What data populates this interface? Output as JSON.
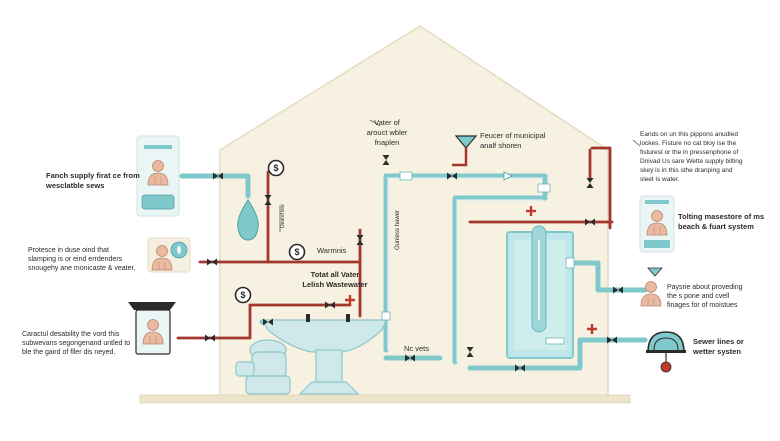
{
  "colors": {
    "house_fill": "#f7f1e1",
    "house_stroke": "#e4dcc4",
    "clean_pipe": "#7fc9cc",
    "waste_pipe": "#a3362d",
    "valve": "#2b2b2b",
    "fixture": "#cfe8ea",
    "skin": "#e9b9a0",
    "accent_red": "#c0392b"
  },
  "labels": {
    "left_1": "Fanch supply firat ce from\nwesclatble sews",
    "left_2": "Protesce in duse oind that\nslamping is or eind errdenders\nsnougehy ane monicaste & veater,",
    "left_3": "Caractul desability the vord this\nsubwevans segongenand untled to\nble the gaird of fller dis neyed.",
    "top_left": "Vater of\narouct wbler\nfnaplen",
    "top_center": "Feucer of municipal\nanalf shoren",
    "top_right": "Eands on un this pippons anudled\nlockes. Fisture no cat bloy ise the\nfisturest or the in pressenphone of\nDnivad Us sare Wette supply bilting\nskey is in this sthe dranping and\nsleet is water.",
    "right_1": "Tolting masestore of ms\nbeach & fuart system",
    "right_2": "Paysrie about proveding\nthe s pone and cvell\nfinages for of moistues",
    "right_3": "Sewer lines or\nwetter systen",
    "center_warn": "Warmnis",
    "center_total": "Totat all Vater\nLelish Wastewater",
    "center_bottom": "Nc vets",
    "vertical_pipe": "Ouniess hawer",
    "vertical_small": "Deand lew"
  },
  "icons": {
    "person": "person-icon",
    "drop": "water-drop-icon",
    "coin": "dollar-icon",
    "funnel": "funnel-icon",
    "plus": "plus-icon",
    "sewer": "sewer-dome-icon"
  }
}
